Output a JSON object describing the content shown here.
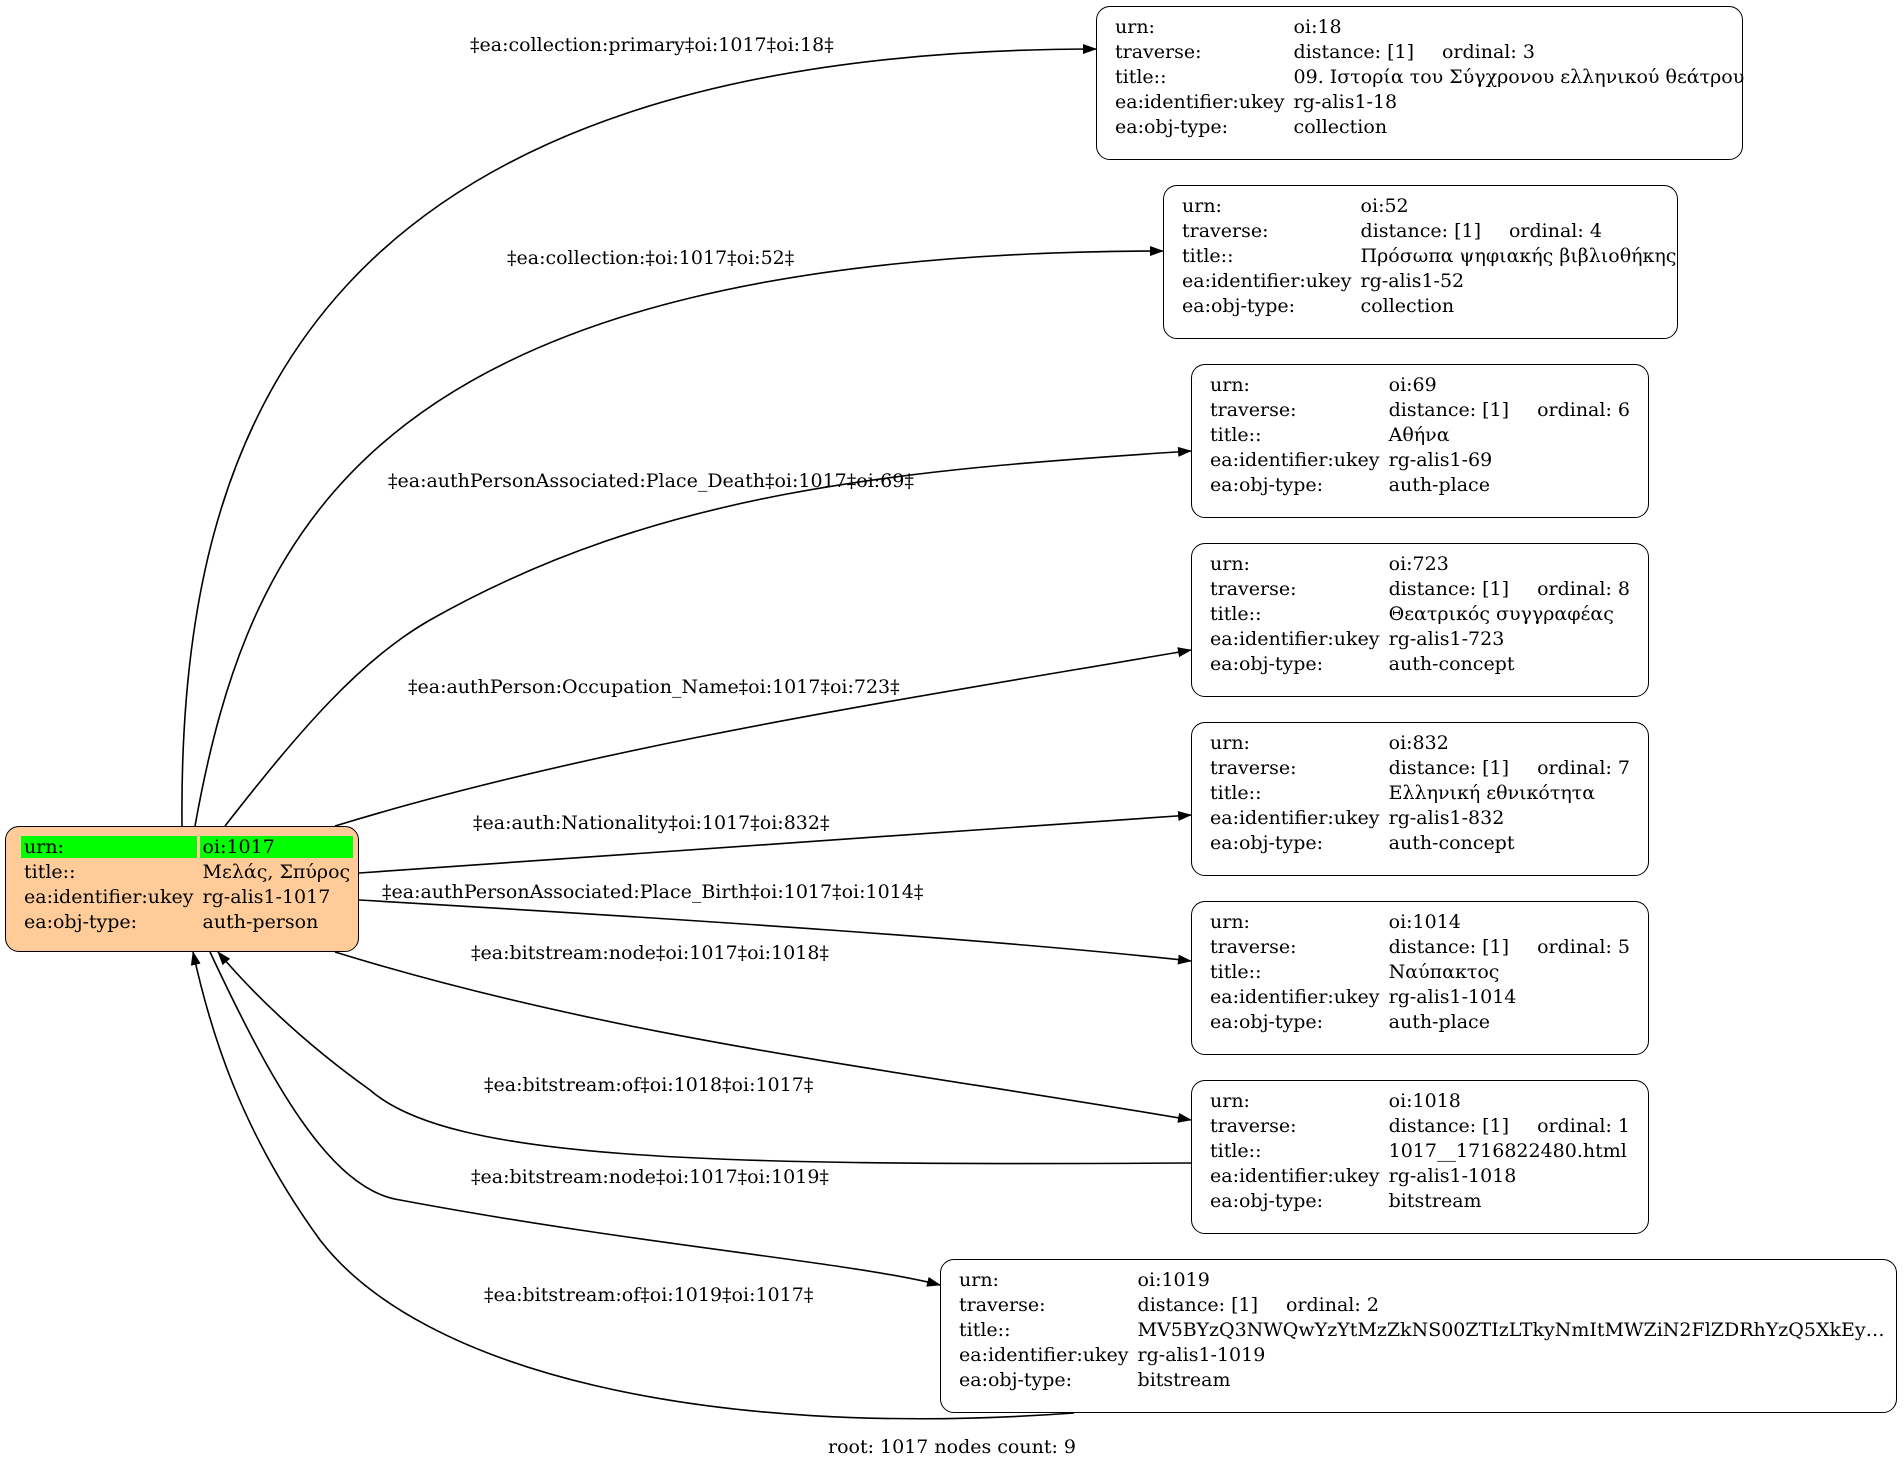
{
  "root": {
    "rows": [
      {
        "k": "urn:",
        "v": "oi:1017",
        "highlight": true
      },
      {
        "k": "title::",
        "v": "Μελάς, Σπύρος"
      },
      {
        "k": "ea:identifier:ukey",
        "v": "rg-alis1-1017"
      },
      {
        "k": "ea:obj-type:",
        "v": "auth-person"
      }
    ]
  },
  "nodes": [
    {
      "urn": "oi:18",
      "distance": "distance: [1]",
      "ordinal": "ordinal: 3",
      "title": "09. Ιστορία του Σύγχρονου ελληνικού θεάτρου",
      "ukey": "rg-alis1-18",
      "type": "collection"
    },
    {
      "urn": "oi:52",
      "distance": "distance: [1]",
      "ordinal": "ordinal: 4",
      "title": "Πρόσωπα ψηφιακής βιβλιοθήκης",
      "ukey": "rg-alis1-52",
      "type": "collection"
    },
    {
      "urn": "oi:69",
      "distance": "distance: [1]",
      "ordinal": "ordinal: 6",
      "title": "Αθήνα",
      "ukey": "rg-alis1-69",
      "type": "auth-place"
    },
    {
      "urn": "oi:723",
      "distance": "distance: [1]",
      "ordinal": "ordinal: 8",
      "title": "Θεατρικός συγγραφέας",
      "ukey": "rg-alis1-723",
      "type": "auth-concept"
    },
    {
      "urn": "oi:832",
      "distance": "distance: [1]",
      "ordinal": "ordinal: 7",
      "title": "Ελληνική εθνικότητα",
      "ukey": "rg-alis1-832",
      "type": "auth-concept"
    },
    {
      "urn": "oi:1014",
      "distance": "distance: [1]",
      "ordinal": "ordinal: 5",
      "title": "Ναύπακτος",
      "ukey": "rg-alis1-1014",
      "type": "auth-place"
    },
    {
      "urn": "oi:1018",
      "distance": "distance: [1]",
      "ordinal": "ordinal: 1",
      "title": "1017__1716822480.html",
      "ukey": "rg-alis1-1018",
      "type": "bitstream"
    },
    {
      "urn": "oi:1019",
      "distance": "distance: [1]",
      "ordinal": "ordinal: 2",
      "title": "MV5BYzQ3NWQwYzYtMzZkNS00ZTIzLTkyNmItMWZiN2FlZDRhYzQ5XkEyXk...",
      "ukey": "rg-alis1-1019",
      "type": "bitstream"
    }
  ],
  "keys": {
    "urn": "urn:",
    "traverse": "traverse:",
    "title": "title::",
    "ukey": "ea:identifier:ukey",
    "type": "ea:obj-type:"
  },
  "edges": [
    "‡ea:collection:primary‡oi:1017‡oi:18‡",
    "‡ea:collection:‡oi:1017‡oi:52‡",
    "‡ea:authPersonAssociated:Place_Death‡oi:1017‡oi:69‡",
    "‡ea:authPerson:Occupation_Name‡oi:1017‡oi:723‡",
    "‡ea:auth:Nationality‡oi:1017‡oi:832‡",
    "‡ea:authPersonAssociated:Place_Birth‡oi:1017‡oi:1014‡",
    "‡ea:bitstream:node‡oi:1017‡oi:1018‡",
    "‡ea:bitstream:of‡oi:1018‡oi:1017‡",
    "‡ea:bitstream:node‡oi:1017‡oi:1019‡",
    "‡ea:bitstream:of‡oi:1019‡oi:1017‡"
  ],
  "footer": "root: 1017 nodes count: 9"
}
